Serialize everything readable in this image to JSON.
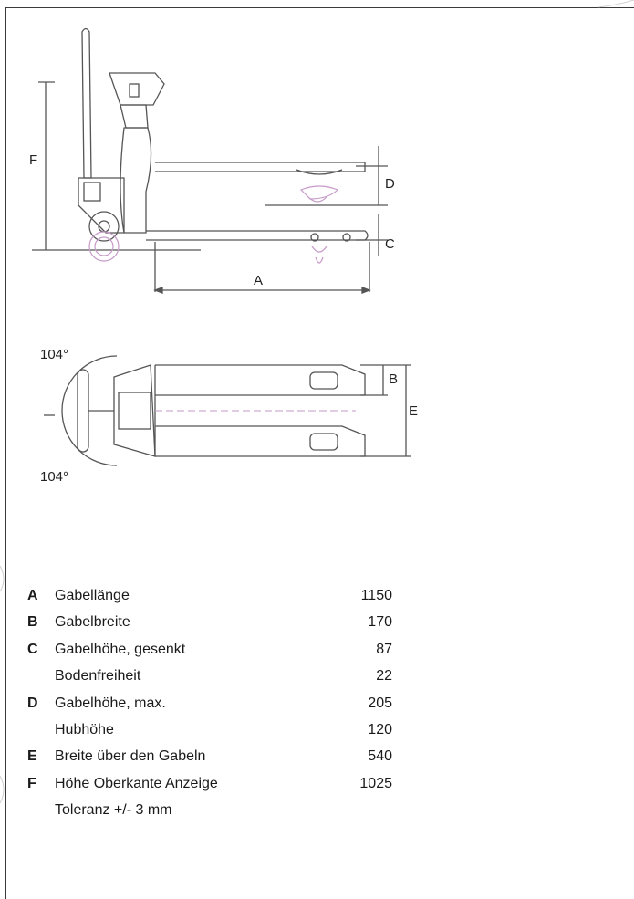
{
  "side_view": {
    "labels": {
      "F": "F",
      "D": "D",
      "C": "C",
      "A": "A"
    }
  },
  "top_view": {
    "labels": {
      "angle_top": "104°",
      "angle_bottom": "104°",
      "B": "B",
      "E": "E"
    }
  },
  "specs": [
    {
      "letter": "A",
      "label": "Gabellänge",
      "value": "1150"
    },
    {
      "letter": "B",
      "label": "Gabelbreite",
      "value": "170"
    },
    {
      "letter": "C",
      "label": "Gabelhöhe, gesenkt",
      "value": "87"
    },
    {
      "letter": "",
      "label": "Bodenfreiheit",
      "value": "22"
    },
    {
      "letter": "D",
      "label": "Gabelhöhe, max.",
      "value": "205"
    },
    {
      "letter": "",
      "label": "Hubhöhe",
      "value": "120"
    },
    {
      "letter": "E",
      "label": "Breite über den Gabeln",
      "value": "540"
    },
    {
      "letter": "F",
      "label": "Höhe Oberkante Anzeige",
      "value": "1025"
    }
  ],
  "tolerance": "Toleranz +/- 3 mm"
}
